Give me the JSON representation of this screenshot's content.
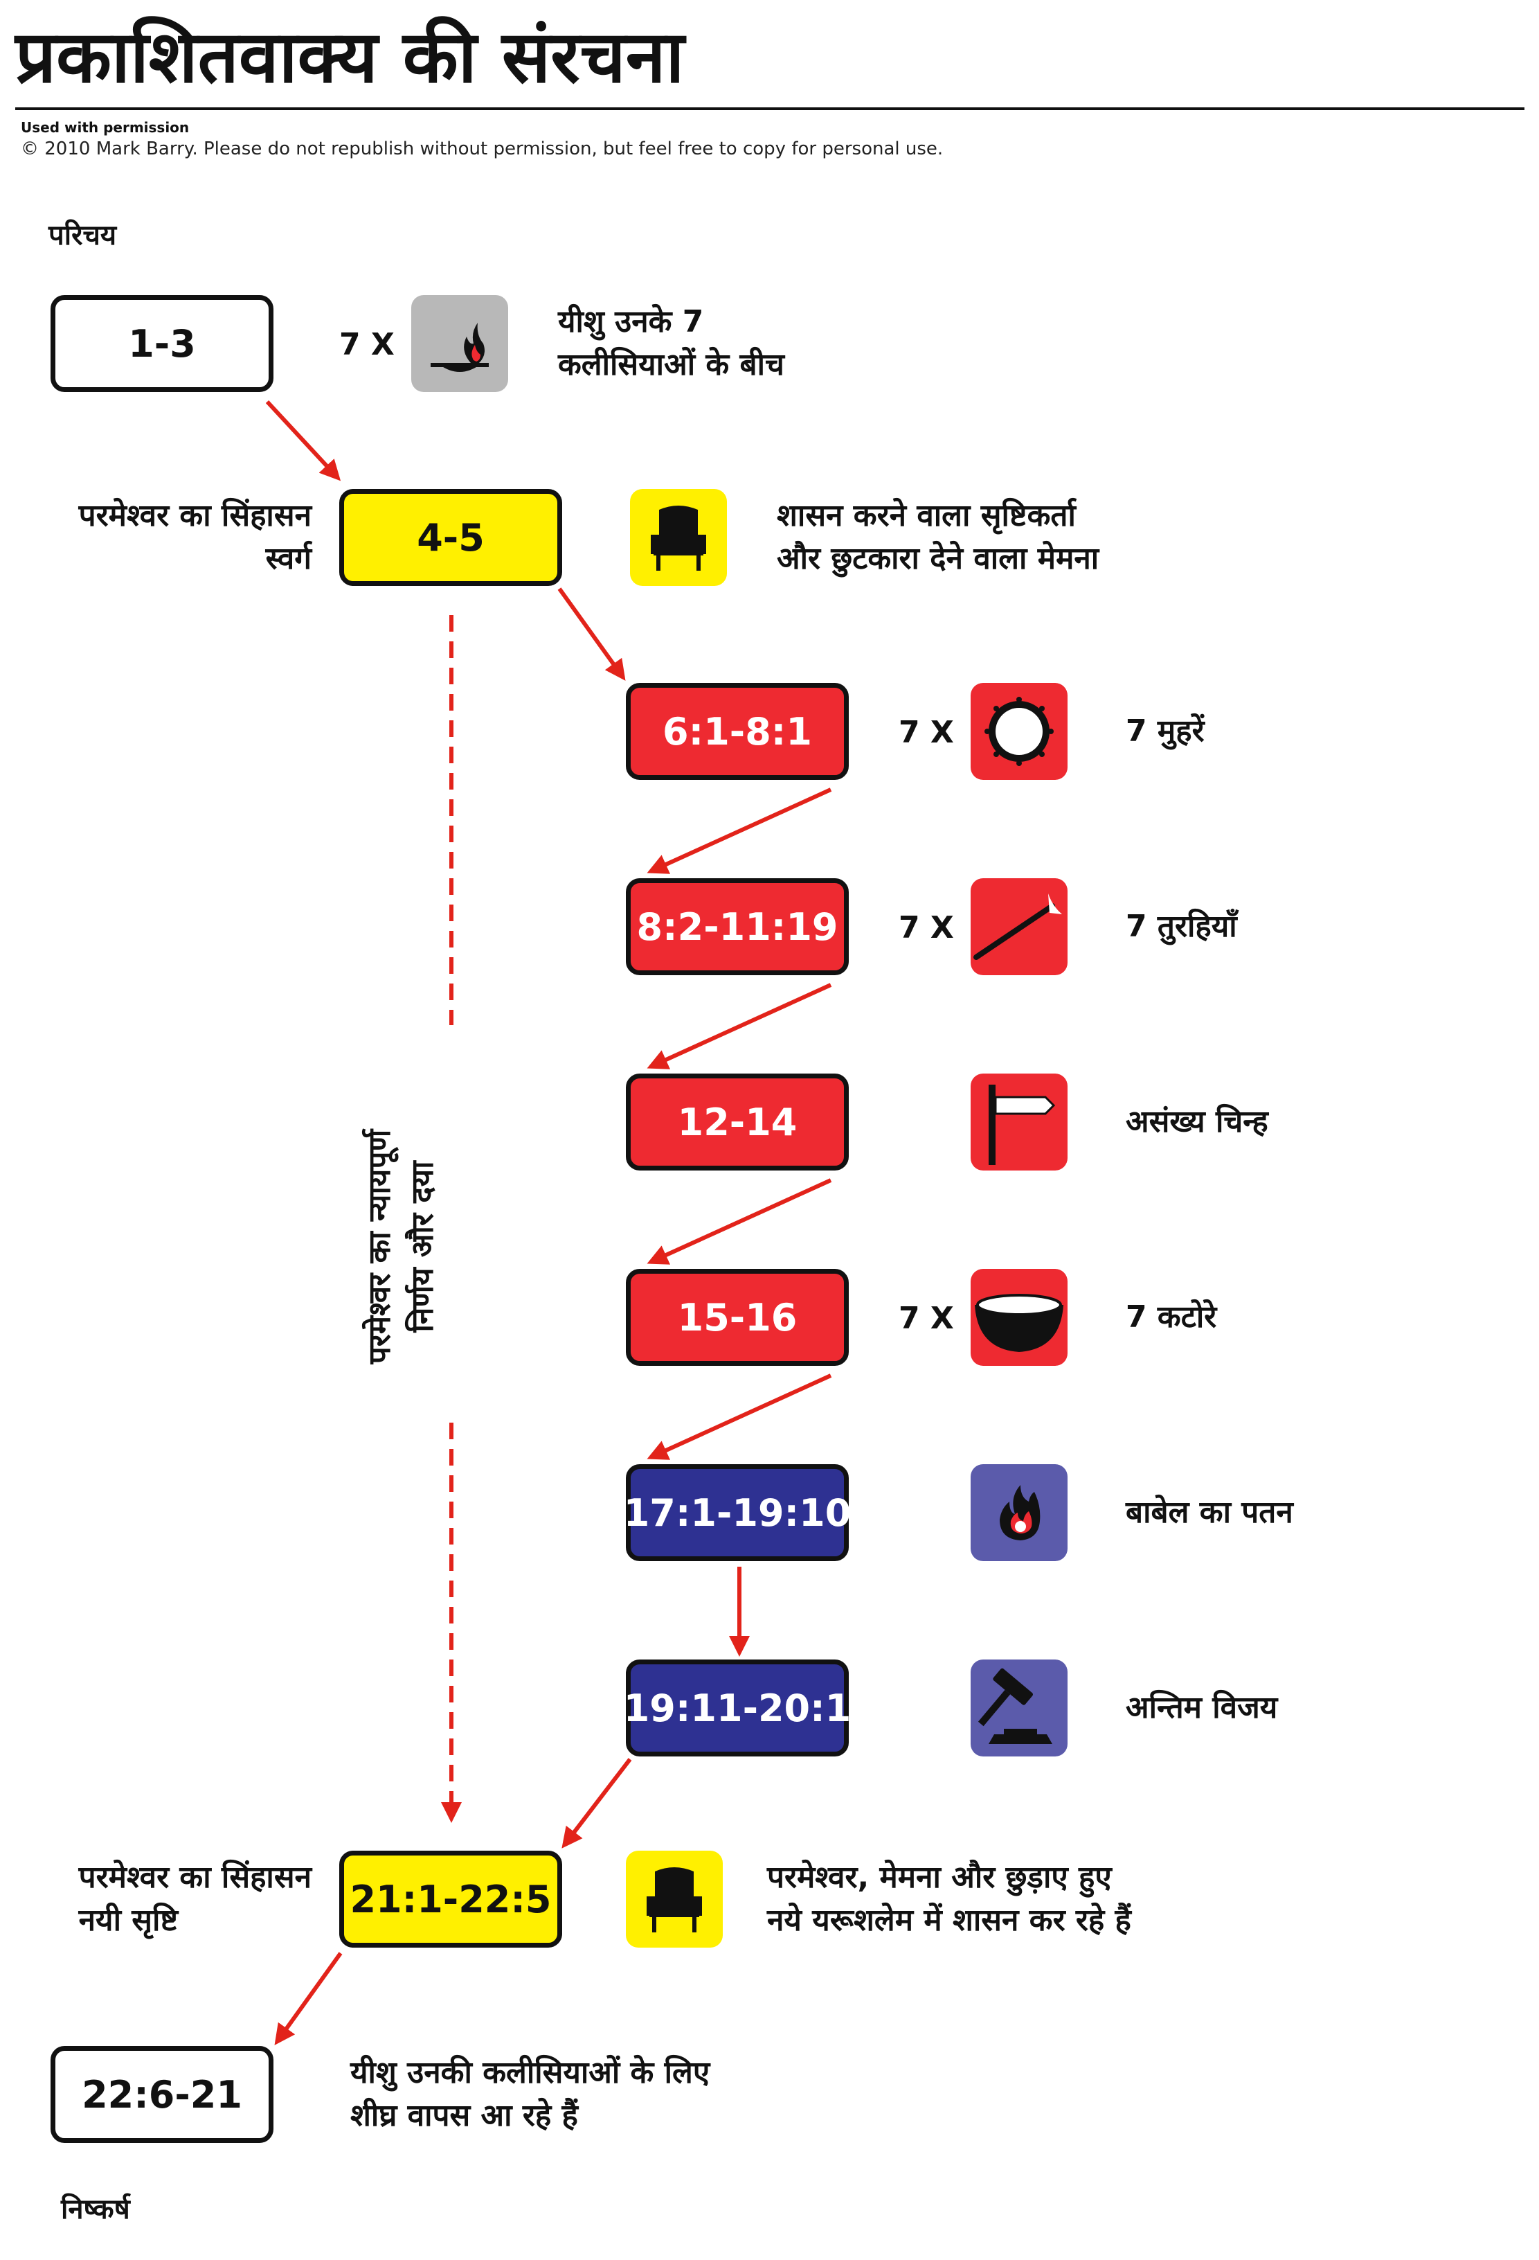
{
  "title": "प्रकाशितवाक्य की संरचना",
  "credits": {
    "used": "Used with permission",
    "copyright": "© 2010 Mark Barry.  Please do not republish without permission, but feel free to copy for personal use."
  },
  "intro_label": "परिचय",
  "conclusion_label": "निष्कर्ष",
  "multiplier": "7 X",
  "sidebar": {
    "line1": "परमेश्वर का न्यायपूर्ण",
    "line2": "निर्णय और दया"
  },
  "colors": {
    "red": "#ee2a31",
    "yellow": "#fff000",
    "blue": "#2e3192",
    "purple": "#5b5bab",
    "grey": "#b8b8b8"
  },
  "sections": [
    {
      "ref": "1-3",
      "color": "white",
      "icon": "lamp-icon",
      "multiplier": true,
      "desc": [
        "यीशु उनके 7",
        "कलीसियाओं के बीच"
      ]
    },
    {
      "ref": "4-5",
      "color": "yellow",
      "icon": "throne-icon",
      "multiplier": false,
      "side": [
        "परमेश्वर का सिंहासन",
        "स्वर्ग"
      ],
      "desc": [
        "शासन करने वाला सृष्टिकर्ता",
        "और छुटकारा देने वाला मेमना"
      ]
    },
    {
      "ref": "6:1-8:1",
      "color": "red",
      "icon": "seal-icon",
      "multiplier": true,
      "desc": [
        "7 मुहरें"
      ]
    },
    {
      "ref": "8:2-11:19",
      "color": "red",
      "icon": "trumpet-icon",
      "multiplier": true,
      "desc": [
        "7 तुरहियाँ"
      ]
    },
    {
      "ref": "12-14",
      "color": "red",
      "icon": "signpost-icon",
      "multiplier": false,
      "desc": [
        "असंख्य चिन्ह"
      ]
    },
    {
      "ref": "15-16",
      "color": "red",
      "icon": "bowl-icon",
      "multiplier": true,
      "desc": [
        "7 कटोरे"
      ]
    },
    {
      "ref": "17:1-19:10",
      "color": "blue",
      "icon": "burning-city-icon",
      "multiplier": false,
      "desc": [
        "बाबेल का पतन"
      ]
    },
    {
      "ref": "19:11-20:1",
      "color": "blue",
      "icon": "gavel-icon",
      "multiplier": false,
      "desc": [
        "अन्तिम विजय"
      ]
    },
    {
      "ref": "21:1-22:5",
      "color": "yellow",
      "icon": "throne-icon",
      "multiplier": false,
      "side": [
        "परमेश्वर का सिंहासन",
        "नयी सृष्टि"
      ],
      "desc": [
        "परमेश्वर, मेमना और छुड़ाए हुए",
        "नये यरूशलेम में शासन कर रहे हैं"
      ]
    },
    {
      "ref": "22:6-21",
      "color": "white",
      "icon": "",
      "multiplier": false,
      "desc": [
        "यीशु उनकी कलीसियाओं के लिए",
        "शीघ्र वापस आ रहे हैं"
      ]
    }
  ]
}
